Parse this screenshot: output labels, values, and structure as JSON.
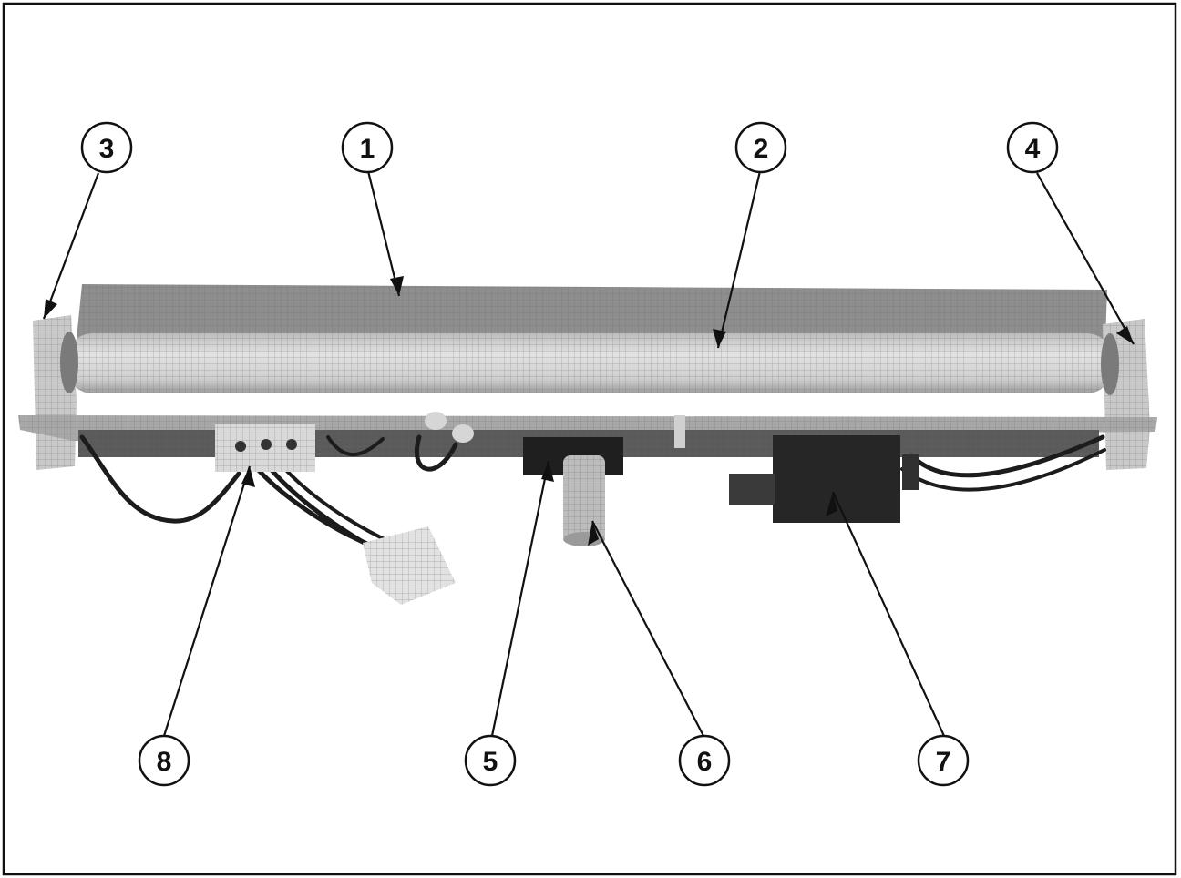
{
  "figure": {
    "callouts": [
      "1",
      "2",
      "3",
      "4",
      "5",
      "6",
      "7",
      "8"
    ]
  },
  "colors": {
    "frame": "#111111",
    "photo_mid": "#9a9a9a",
    "photo_light": "#d6d6d6",
    "photo_dark": "#1e1e1e",
    "leader": "#111111"
  }
}
